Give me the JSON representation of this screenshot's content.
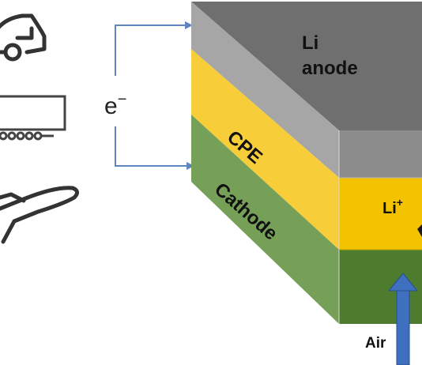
{
  "diagram": {
    "electron_label": "e",
    "electron_sup": "−",
    "anode_line1": "Li",
    "anode_line2": "anode",
    "electrolyte_label": "CPE",
    "cathode_label": "Cathode",
    "ion_label": "Li",
    "ion_sup": "+",
    "air_label": "Air"
  },
  "colors": {
    "anode_top": "#6f6f6f",
    "anode_front": "#a6a6a6",
    "anode_side": "#8c8c8c",
    "cpe_front": "#f7cd3a",
    "cpe_side": "#f3c200",
    "cathode_front": "#76a058",
    "cathode_side": "#4d7c2e",
    "wire": "#5f86c2",
    "air_arrow": "#3f6fbf",
    "icon_stroke": "#333333"
  },
  "icons": [
    "car-icon",
    "truck-icon",
    "airplane-icon"
  ]
}
